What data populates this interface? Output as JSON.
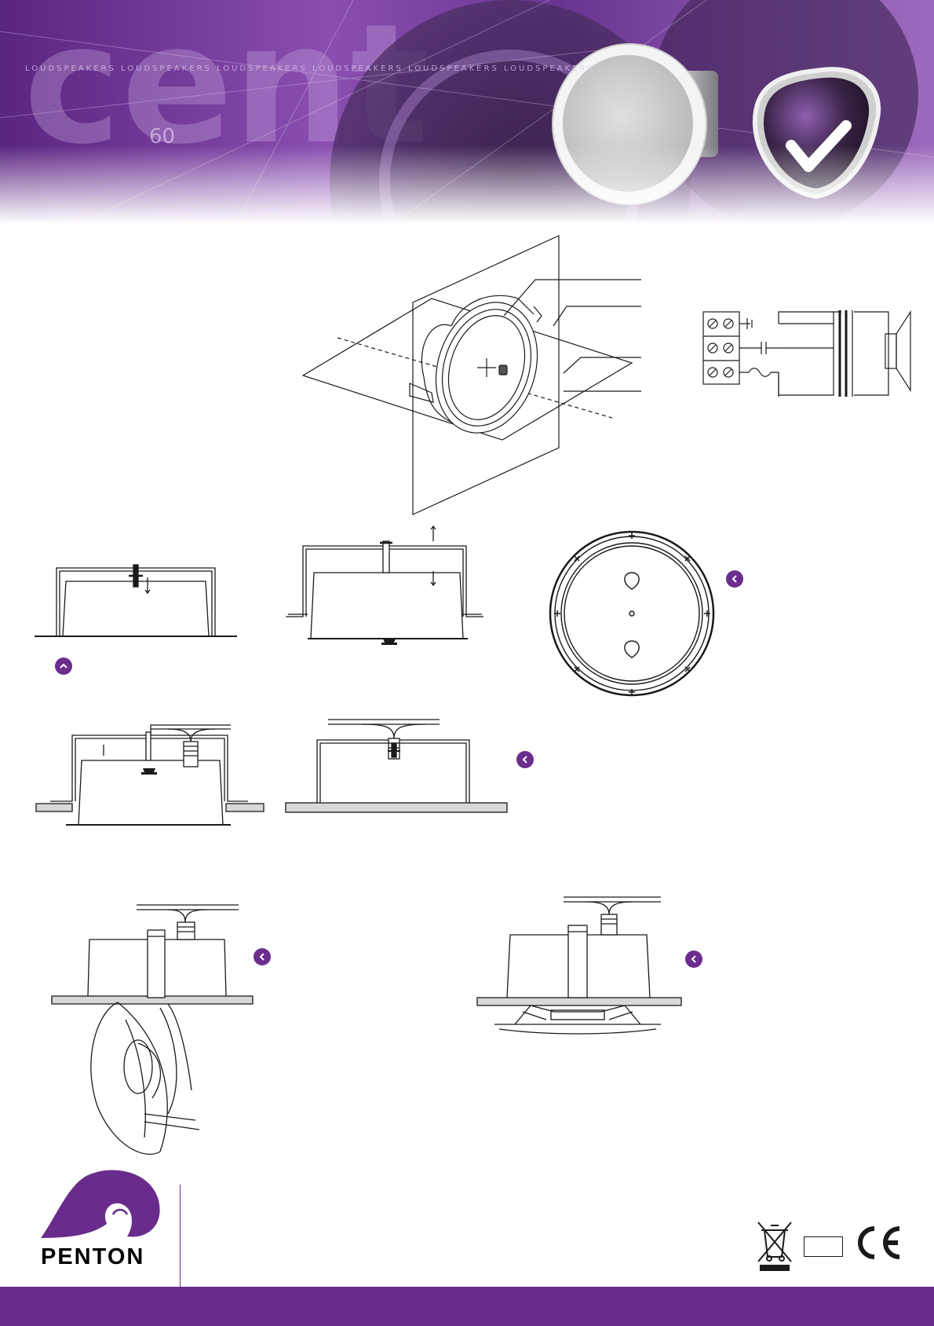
{
  "banner": {
    "strip_text": "LOUDSPEAKERS LOUDSPEAKERS LOUDSPEAKERS LOUDSPEAKERS LOUDSPEAKERS LOUDSPEAKERS",
    "dial_number": "60",
    "icon": "checkmark-badge-icon"
  },
  "step_badges": [
    {
      "direction": "left",
      "icon": "chevron-left-icon"
    },
    {
      "direction": "up",
      "icon": "chevron-up-icon"
    },
    {
      "direction": "left",
      "icon": "chevron-left-icon"
    },
    {
      "direction": "left",
      "icon": "chevron-left-icon"
    },
    {
      "direction": "left",
      "icon": "chevron-left-icon"
    }
  ],
  "footer": {
    "brand": "PENTON",
    "brand_color": "#6a2c8c",
    "icons": [
      "weee-bin-icon",
      "ce-mark-icon"
    ]
  },
  "colors": {
    "accent": "#6b2d8e",
    "line": "#1a1a1a"
  }
}
